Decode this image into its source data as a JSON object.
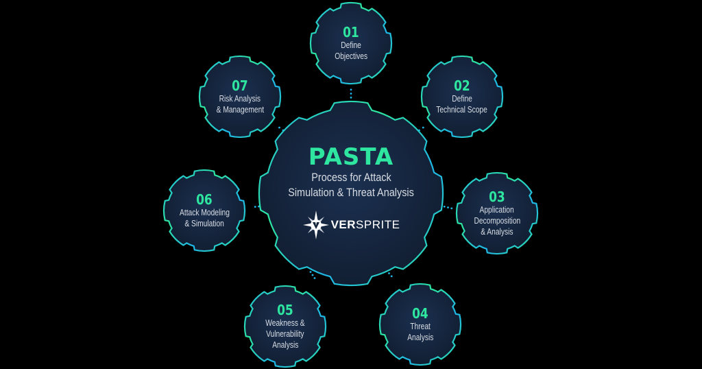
{
  "colors": {
    "background": "#000000",
    "circle_fill": "#16243a",
    "accent_green": "#2ee6a0",
    "accent_blue": "#1fb6e8",
    "text_light": "#d8dde4"
  },
  "center": {
    "title": "PASTA",
    "subtitle_line1": "Process for Attack",
    "subtitle_line2": "Simulation & Threat Analysis",
    "logo": {
      "icon": "compass-star-v-icon",
      "text_bold": "VER",
      "text_regular": "SPRITE"
    }
  },
  "stages": [
    {
      "number": "01",
      "line1": "Define",
      "line2": "Objectives",
      "line3": ""
    },
    {
      "number": "02",
      "line1": "Define",
      "line2": "Technical Scope",
      "line3": ""
    },
    {
      "number": "03",
      "line1": "Application",
      "line2": "Decomposition",
      "line3": "& Analysis"
    },
    {
      "number": "04",
      "line1": "Threat",
      "line2": "Analysis",
      "line3": ""
    },
    {
      "number": "05",
      "line1": "Weakness &",
      "line2": "Vulnerability",
      "line3": "Analysis"
    },
    {
      "number": "06",
      "line1": "Attack Modeling",
      "line2": "& Simulation",
      "line3": ""
    },
    {
      "number": "07",
      "line1": "Risk Analysis",
      "line2": "& Management",
      "line3": ""
    }
  ]
}
